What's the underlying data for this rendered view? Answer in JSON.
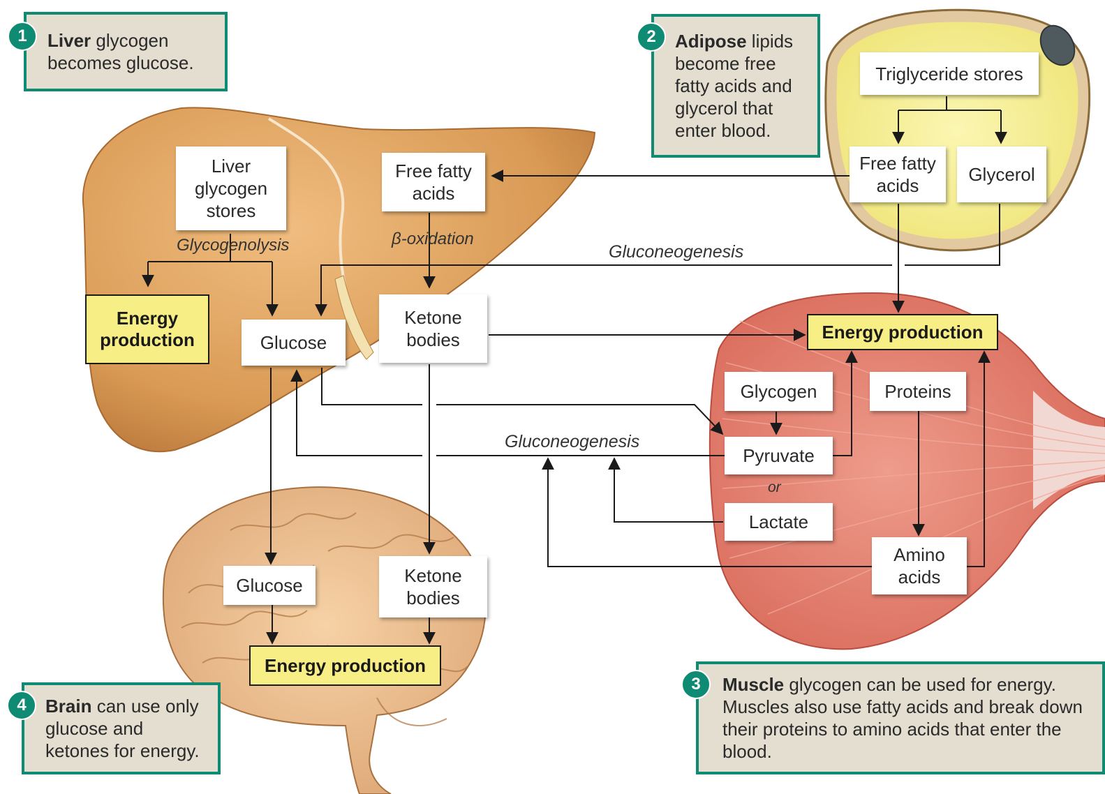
{
  "callouts": [
    {
      "number": "1",
      "bold": "Liver",
      "text": " glycogen becomes glucose."
    },
    {
      "number": "2",
      "bold": "Adipose",
      "text": " lipids become free fatty acids and glycerol that enter blood."
    },
    {
      "number": "3",
      "bold": "Muscle",
      "text": " glycogen can be used for energy. Muscles also use fatty acids and break down their proteins to amino acids that enter the blood."
    },
    {
      "number": "4",
      "bold": "Brain",
      "text": " can use only glucose and ketones for energy."
    }
  ],
  "liver": {
    "glycogen_stores": "Liver\nglycogen\nstores",
    "free_fatty_acids": "Free fatty\nacids",
    "glucose": "Glucose",
    "ketone_bodies": "Ketone\nbodies",
    "energy_production": "Energy\nproduction",
    "glycogenolysis": "Glycogenolysis",
    "beta_oxidation": "β-oxidation"
  },
  "adipose": {
    "triglyceride_stores": "Triglyceride stores",
    "free_fatty_acids": "Free fatty\nacids",
    "glycerol": "Glycerol"
  },
  "muscle": {
    "energy_production": "Energy production",
    "glycogen": "Glycogen",
    "proteins": "Proteins",
    "pyruvate": "Pyruvate",
    "or": "or",
    "lactate": "Lactate",
    "amino_acids": "Amino\nacids"
  },
  "brain": {
    "glucose": "Glucose",
    "ketone_bodies": "Ketone\nbodies",
    "energy_production": "Energy production"
  },
  "pathways": {
    "gluconeogenesis_top": "Gluconeogenesis",
    "gluconeogenesis_middle": "Gluconeogenesis"
  },
  "colors": {
    "callout_border": "#0e8b72",
    "callout_fill": "#e4ded1",
    "energy_fill": "#f7ef86",
    "liver": "#d99a55",
    "muscle": "#e0796a",
    "adipose": "#f5ee8a",
    "brain": "#e9b987"
  }
}
